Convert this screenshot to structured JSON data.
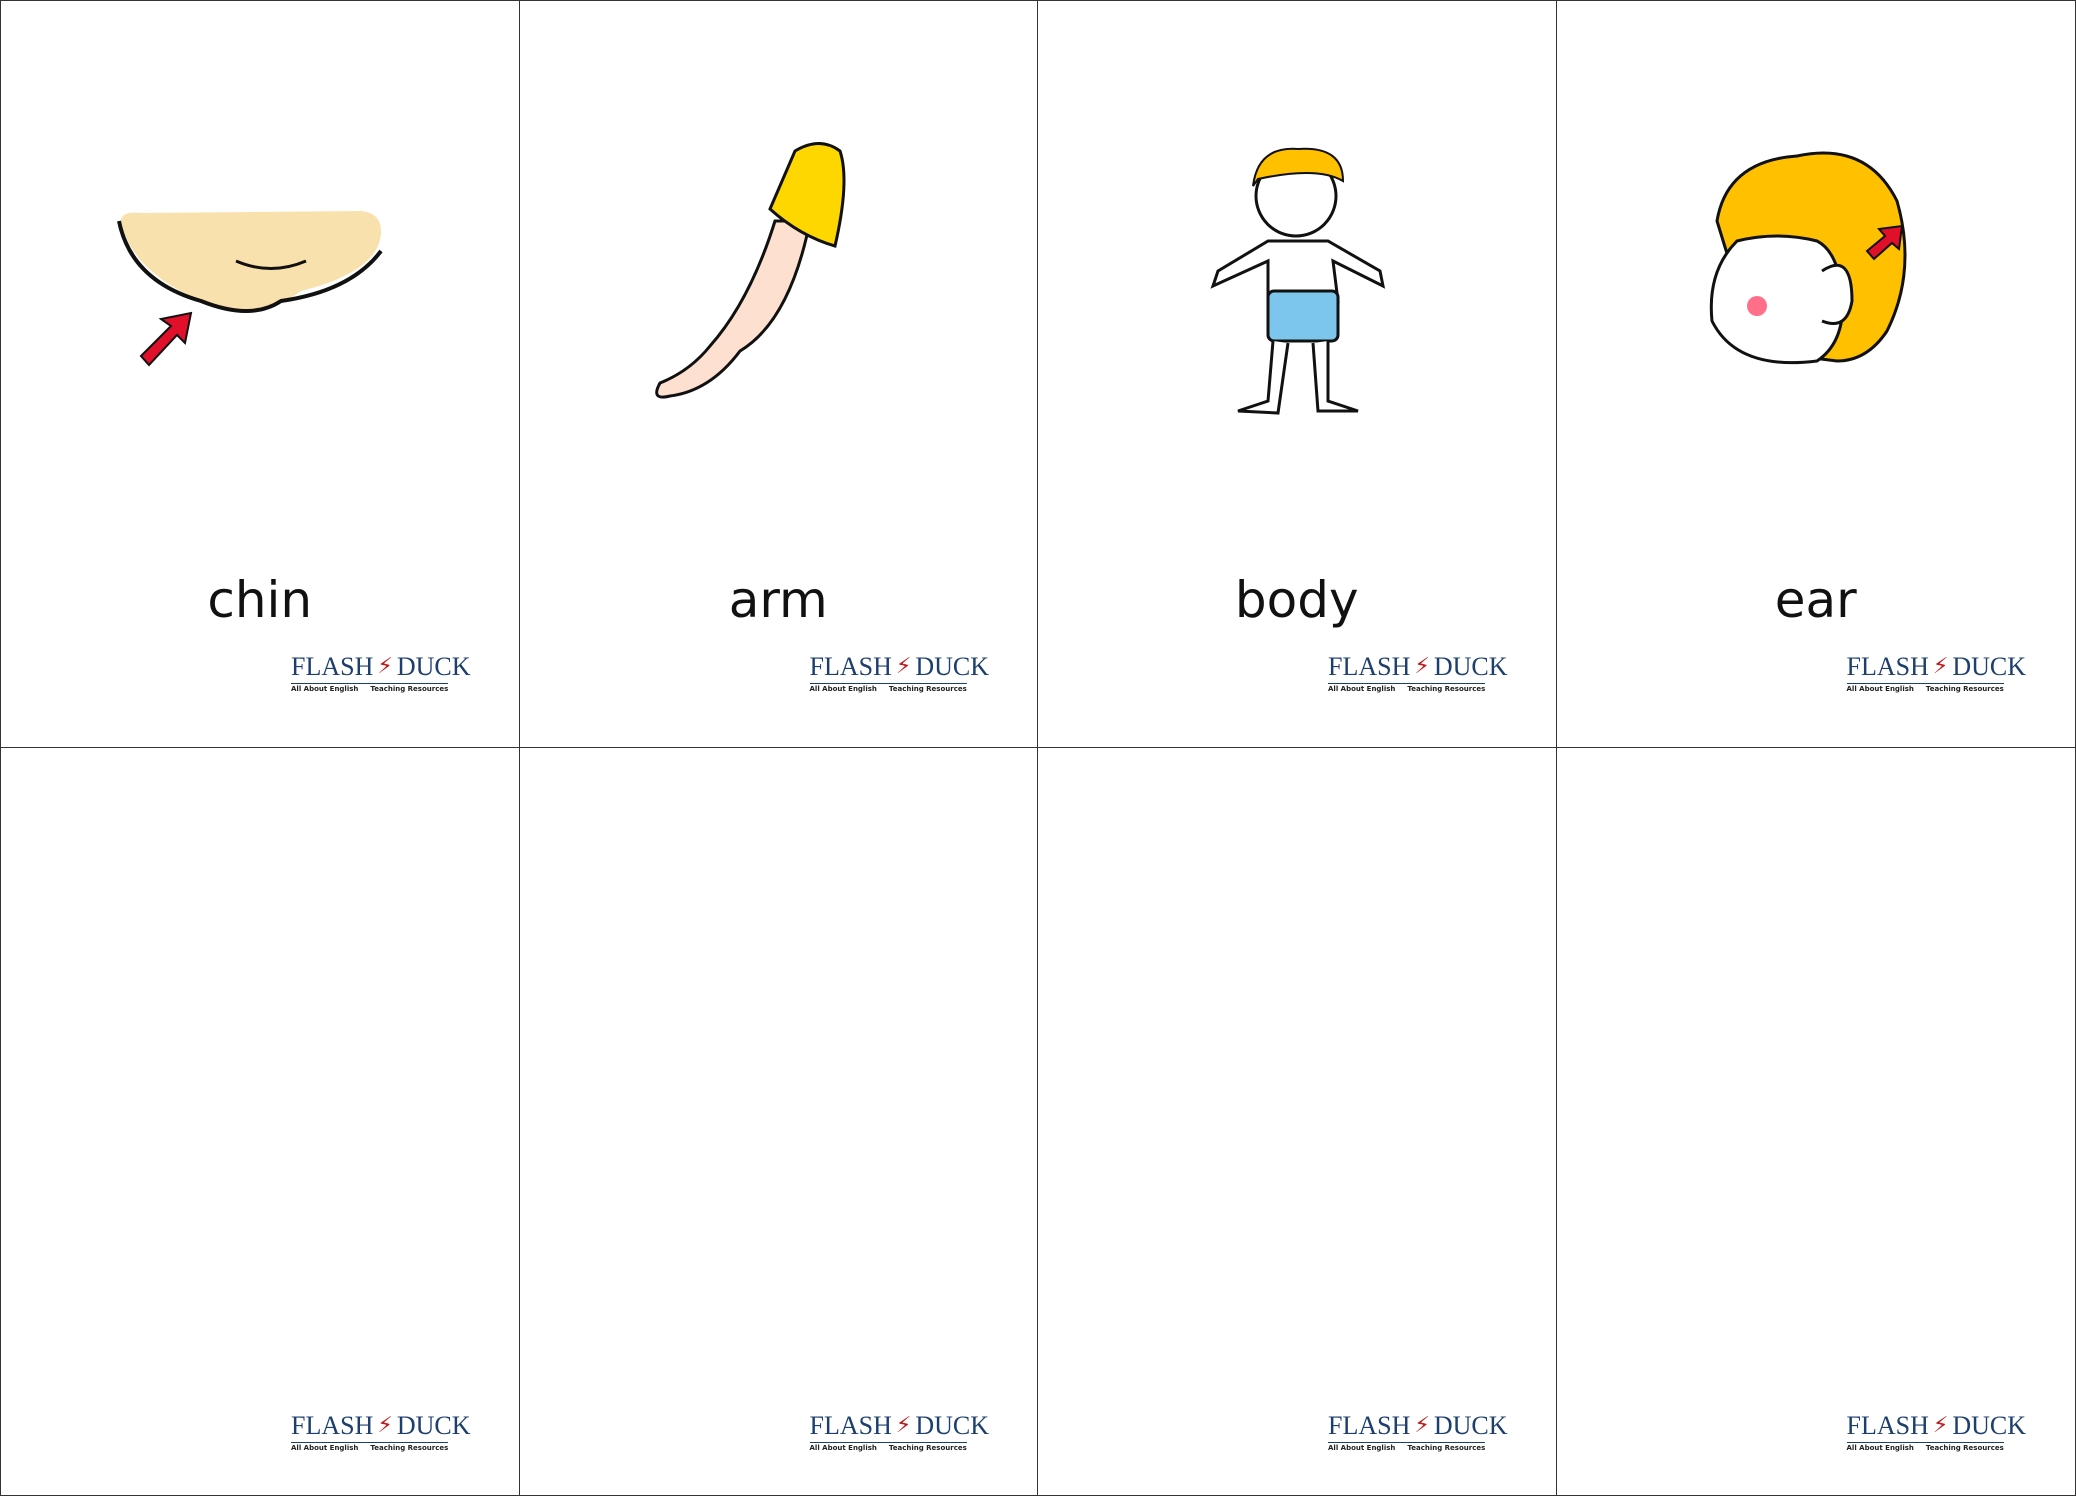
{
  "cards": [
    {
      "word": "chin",
      "image": "chin-illustration"
    },
    {
      "word": "arm",
      "image": "arm-illustration"
    },
    {
      "word": "body",
      "image": "body-illustration"
    },
    {
      "word": "ear",
      "image": "ear-illustration"
    },
    {
      "word": ""
    },
    {
      "word": ""
    },
    {
      "word": ""
    },
    {
      "word": ""
    }
  ],
  "logo": {
    "left": "FLASH",
    "right": "DUCK",
    "tag_left": "All About English",
    "tag_right": "Teaching Resources"
  },
  "colors": {
    "border": "#333333",
    "logo_blue": "#1d3f6e",
    "logo_red": "#c11b1b",
    "hair": "#ffc000",
    "skin": "#fbe0b0",
    "arrow": "#e0102a"
  }
}
